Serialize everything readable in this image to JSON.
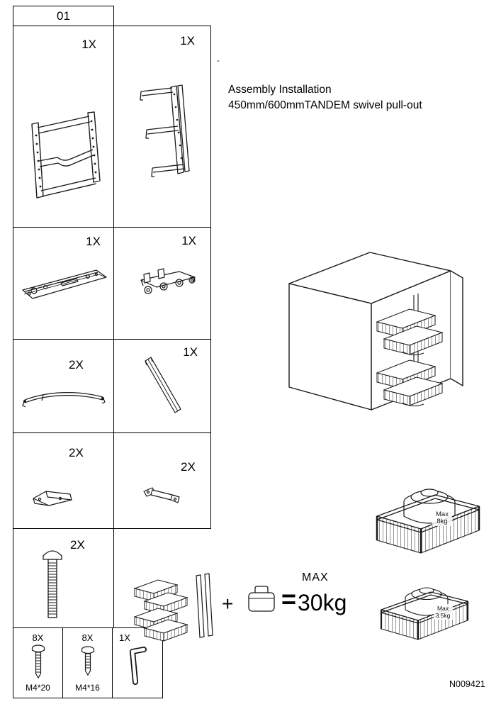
{
  "page": {
    "number": "01",
    "code": "N009421",
    "dash": "-"
  },
  "title": {
    "line1": "Assembly Installation",
    "line2": "450mm/600mmTANDEM swivel pull-out"
  },
  "parts": {
    "left_frame": {
      "qty": "1X"
    },
    "right_frame": {
      "qty": "1X"
    },
    "slide_rail": {
      "qty": "1X"
    },
    "carriage": {
      "qty": "1X"
    },
    "support_rod": {
      "qty": "2X"
    },
    "rail_bar": {
      "qty": "1X"
    },
    "bracket_a": {
      "qty": "2X"
    },
    "bracket_b": {
      "qty": "2X"
    },
    "bolt": {
      "qty": "2X"
    },
    "screw_long": {
      "qty": "8X",
      "label": "M4*20"
    },
    "screw_short": {
      "qty": "8X",
      "label": "M4*16"
    },
    "allen_key": {
      "qty": "1X"
    }
  },
  "load": {
    "max_label": "MAX",
    "max_value": "30kg",
    "plus": "+",
    "equals": "=",
    "basket_large_line1": "Max",
    "basket_large_line2": "8kg",
    "basket_small_line1": "Max",
    "basket_small_line2": "3.5kg"
  }
}
